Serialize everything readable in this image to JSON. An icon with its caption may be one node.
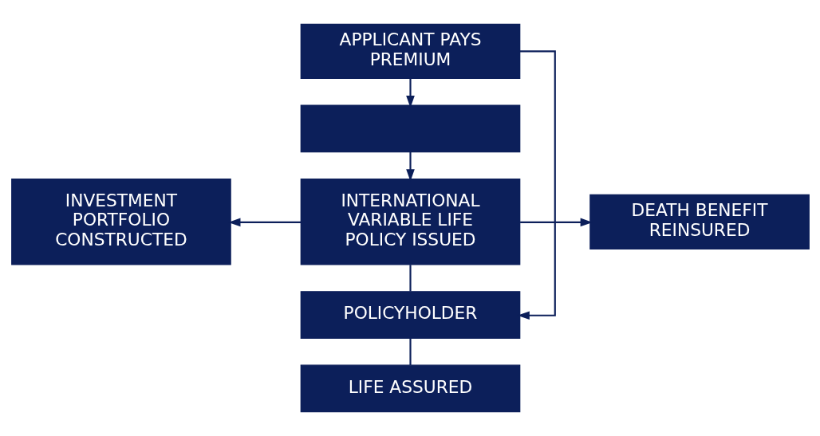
{
  "diagram": {
    "nodes": [
      {
        "text": [
          "APPLICANT PAYS PREMIUM"
        ]
      },
      {
        "text": [],
        "shape": "box"
      },
      {
        "text": [
          "INVESTMENT PORTFOLIO CONSTRUCTED"
        ]
      },
      {
        "text": [
          "INTERNATIONAL VARIABLE LIFE POLICY ISSUED"
        ]
      },
      {
        "text": [
          "DEATH BENEFIT REINSURED"
        ]
      },
      {
        "text": [
          "POLICYHOLDER"
        ]
      },
      {
        "text": [
          "LIFE ASSURED"
        ]
      }
    ],
    "edges": [
      {
        "from": 0,
        "to": 1,
        "arrow": "to"
      },
      {
        "from": 1,
        "to": 3,
        "arrow": "to"
      },
      {
        "from": 3,
        "to": 2,
        "arrow": "to"
      },
      {
        "from": 3,
        "to": 4,
        "arrow": "to"
      },
      {
        "from": 3,
        "to": 5,
        "arrow": "none"
      },
      {
        "from": 5,
        "to": 6,
        "arrow": "none"
      },
      {
        "from": 0,
        "to": 5,
        "arrow": "to"
      }
    ]
  }
}
